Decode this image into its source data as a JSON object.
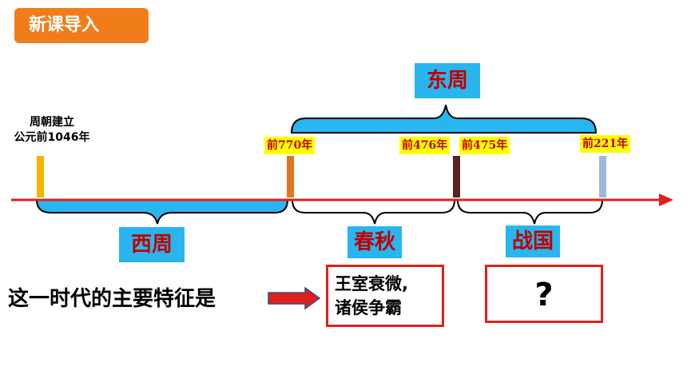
{
  "header": {
    "title": "新课导入"
  },
  "founding": {
    "line1": "周朝建立",
    "line2": "公元前1046年"
  },
  "years": {
    "y770": "前770年",
    "y476": "前476年",
    "y475": "前475年",
    "y221": "前221年"
  },
  "periods": {
    "dongzhou": "东周",
    "xizhou": "西周",
    "chunqiu": "春秋",
    "zhanguo": "战国"
  },
  "question": {
    "characteristic_label": "这一时代的主要特征是",
    "chunqiu_feature_line1": "王室衰微,",
    "chunqiu_feature_line2": "诸侯争霸",
    "zhanguo_feature": "?"
  },
  "colors": {
    "header_bg": "#f07d1a",
    "timeline": "#e0201a",
    "brace_fill": "#29b6ef",
    "period_text": "#c00000",
    "year_bg": "#ffff00",
    "marker_founding": "#f5b400",
    "marker_770": "#e2751f",
    "marker_476": "#5a2323",
    "marker_221": "#9db8d9"
  }
}
